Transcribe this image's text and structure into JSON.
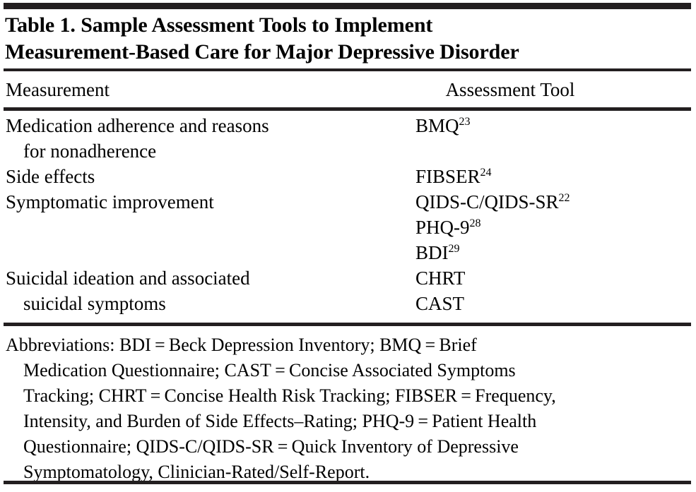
{
  "table": {
    "title_lines": [
      "Table 1. Sample Assessment Tools to Implement",
      "Measurement-Based Care for Major Depressive Disorder"
    ],
    "headers": {
      "measurement": "Measurement",
      "assessment_tool": "Assessment Tool"
    },
    "measurement_lines": [
      {
        "text": "Medication adherence and reasons",
        "indent": false
      },
      {
        "text": "for nonadherence",
        "indent": true
      },
      {
        "text": "Side effects",
        "indent": false
      },
      {
        "text": "Symptomatic improvement",
        "indent": false
      },
      {
        "text": "",
        "indent": false
      },
      {
        "text": "",
        "indent": false
      },
      {
        "text": "Suicidal ideation and associated",
        "indent": false
      },
      {
        "text": "suicidal symptoms",
        "indent": true
      }
    ],
    "tool_lines": [
      {
        "name": "BMQ",
        "ref": "23"
      },
      {
        "name": "",
        "ref": ""
      },
      {
        "name": "FIBSER",
        "ref": "24"
      },
      {
        "name": "QIDS-C/QIDS-SR",
        "ref": "22"
      },
      {
        "name": "PHQ-9",
        "ref": "28"
      },
      {
        "name": "BDI",
        "ref": "29"
      },
      {
        "name": "CHRT",
        "ref": ""
      },
      {
        "name": "CAST",
        "ref": ""
      }
    ],
    "footnote_lines": [
      "Abbreviations: BDI = Beck Depression Inventory; BMQ = Brief",
      "Medication Questionnaire; CAST = Concise Associated Symptoms",
      "Tracking; CHRT = Concise Health Risk Tracking; FIBSER = Frequency,",
      "Intensity, and Burden of Side Effects–Rating; PHQ-9 = Patient Health",
      "Questionnaire; QIDS-C/QIDS-SR = Quick Inventory of Depressive",
      "Symptomatology, Clinician-Rated/Self-Report."
    ],
    "colors": {
      "text": "#000000",
      "rule": "#231f20",
      "background": "#ffffff"
    }
  }
}
